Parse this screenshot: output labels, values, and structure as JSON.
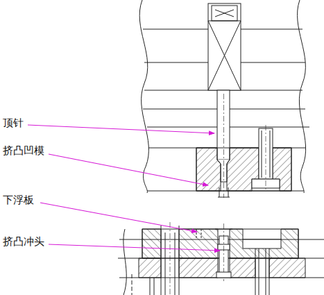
{
  "diagram": {
    "labels": [
      "顶针",
      "挤凸凹模",
      "下浮板",
      "挤凸冲头"
    ]
  }
}
